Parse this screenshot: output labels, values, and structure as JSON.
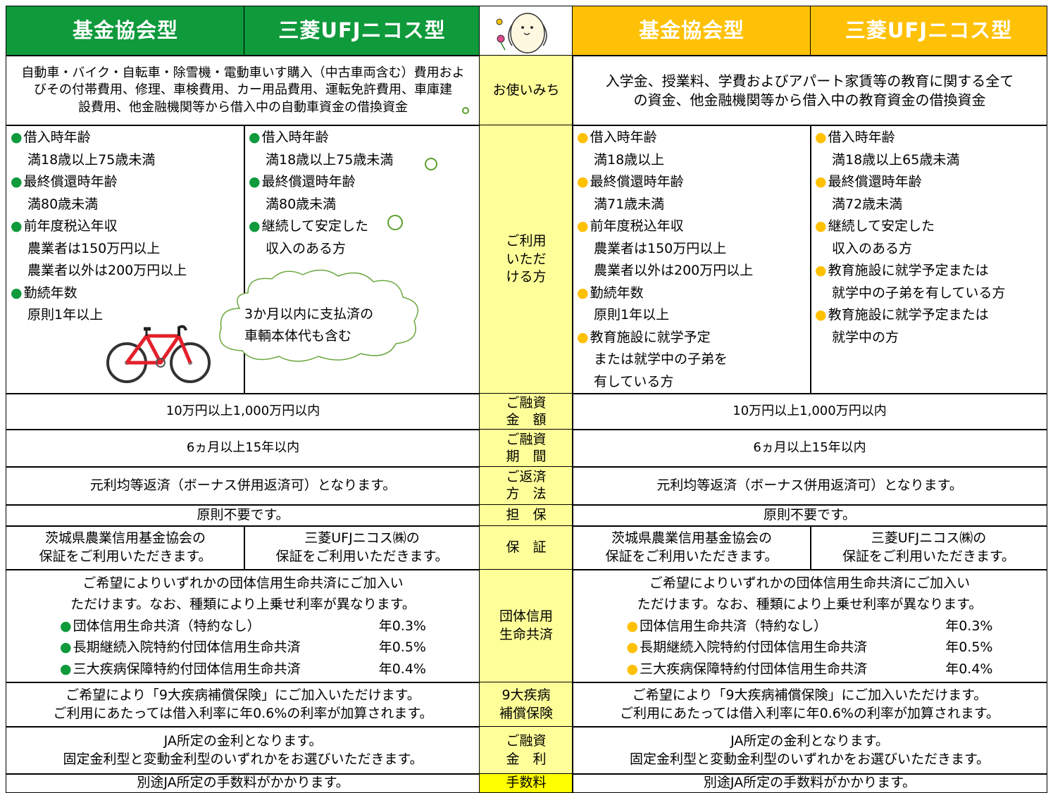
{
  "header": {
    "col1": "基金協会型",
    "col2": "三菱UFJニコス型",
    "col3": "基金協会型",
    "col4": "三菱UFJニコス型",
    "mascot": "dog-mascot-icon"
  },
  "usage": {
    "label": "お使いみち",
    "left": [
      "自動車・バイク・自転車・除雪機・電動車いす購入（中古車両含む）費用およ",
      "びその付帯費用、修理、車検費用、カー用品費用、運転免許費用、車庫建",
      "設費用、他金融機関等から借入中の自動車資金の借換資金"
    ],
    "right": [
      "入学金、授業料、学費およびアパート家賃等の教育に関する全て",
      "の資金、他金融機関等から借入中の教育資金の借換資金"
    ]
  },
  "eligibility": {
    "label": [
      "ご利用",
      "いただ",
      "ける方"
    ],
    "col1": [
      {
        "t": "借入時年齢",
        "b": true
      },
      {
        "t": "満18歳以上75歳未満",
        "b": false
      },
      {
        "t": "最終償還時年齢",
        "b": true
      },
      {
        "t": "満80歳未満",
        "b": false
      },
      {
        "t": "前年度税込年収",
        "b": true
      },
      {
        "t": "農業者は150万円以上",
        "b": false
      },
      {
        "t": "農業者以外は200万円以上",
        "b": false
      },
      {
        "t": "勤続年数",
        "b": true
      },
      {
        "t": "原則1年以上",
        "b": false
      }
    ],
    "col2": [
      {
        "t": "借入時年齢",
        "b": true
      },
      {
        "t": "満18歳以上75歳未満",
        "b": false
      },
      {
        "t": "最終償還時年齢",
        "b": true
      },
      {
        "t": "満80歳未満",
        "b": false
      },
      {
        "t": "継続して安定した",
        "b": true
      },
      {
        "t": "収入のある方",
        "b": false
      }
    ],
    "cloud": [
      "3か月以内に支払済の",
      "車輌本体代も含む"
    ],
    "col3": [
      {
        "t": "借入時年齢",
        "b": true
      },
      {
        "t": "満18歳以上",
        "b": false
      },
      {
        "t": "最終償還時年齢",
        "b": true
      },
      {
        "t": "満71歳未満",
        "b": false
      },
      {
        "t": "前年度税込年収",
        "b": true
      },
      {
        "t": "農業者は150万円以上",
        "b": false
      },
      {
        "t": "農業者以外は200万円以上",
        "b": false
      },
      {
        "t": "勤続年数",
        "b": true
      },
      {
        "t": "原則1年以上",
        "b": false
      },
      {
        "t": "教育施設に就学予定",
        "b": true
      },
      {
        "t": "または就学中の子弟を",
        "b": false
      },
      {
        "t": "有している方",
        "b": false
      }
    ],
    "col4": [
      {
        "t": "借入時年齢",
        "b": true
      },
      {
        "t": "満18歳以上65歳未満",
        "b": false
      },
      {
        "t": "最終償還時年齢",
        "b": true
      },
      {
        "t": "満72歳未満",
        "b": false
      },
      {
        "t": "継続して安定した",
        "b": true
      },
      {
        "t": "収入のある方",
        "b": false
      },
      {
        "t": "教育施設に就学予定または",
        "b": true
      },
      {
        "t": "就学中の子弟を有している方",
        "b": false
      },
      {
        "t": "教育施設に就学予定または",
        "b": true
      },
      {
        "t": "就学中の方",
        "b": false
      }
    ],
    "bicycle": "bicycle-icon"
  },
  "amount": {
    "label": [
      "ご融資",
      "金　額"
    ],
    "left": "10万円以上1,000万円以内",
    "right": "10万円以上1,000万円以内"
  },
  "period": {
    "label": [
      "ご融資",
      "期　間"
    ],
    "left": "6ヵ月以上15年以内",
    "right": "6ヵ月以上15年以内"
  },
  "repay": {
    "label": [
      "ご返済",
      "方　法"
    ],
    "left": "元利均等返済（ボーナス併用返済可）となります。",
    "right": "元利均等返済（ボーナス併用返済可）となります。"
  },
  "collateral": {
    "label": "担　保",
    "left": "原則不要です。",
    "right": "原則不要です。"
  },
  "guarantee": {
    "label": "保　証",
    "c1": [
      "茨城県農業信用基金協会の",
      "保証をご利用いただきます。"
    ],
    "c2": [
      "三菱UFJニコス㈱の",
      "保証をご利用いただきます。"
    ],
    "c3": [
      "茨城県農業信用基金協会の",
      "保証をご利用いただきます。"
    ],
    "c4": [
      "三菱UFJニコス㈱の",
      "保証をご利用いただきます。"
    ]
  },
  "insurance": {
    "label": [
      "団体信用",
      "生命共済"
    ],
    "intro": [
      "ご希望によりいずれかの団体信用生命共済にご加入い",
      "ただけます。なお、種類により上乗せ利率が異なります。"
    ],
    "items": [
      {
        "name": "団体信用生命共済（特約なし）",
        "rate": "年0.3%"
      },
      {
        "name": "長期継続入院特約付団体信用生命共済",
        "rate": "年0.5%"
      },
      {
        "name": "三大疾病保障特約付団体信用生命共済",
        "rate": "年0.4%"
      }
    ]
  },
  "nine": {
    "label": [
      "9大疾病",
      "補償保険"
    ],
    "text": [
      "ご希望により「9大疾病補償保険」にご加入いただけます。",
      "ご利用にあたっては借入利率に年0.6%の利率が加算されます。"
    ]
  },
  "rate": {
    "label": [
      "ご融資",
      "金　利"
    ],
    "text": [
      "JA所定の金利となります。",
      "固定金利型と変動金利型のいずれかをお選びいただきます。"
    ]
  },
  "fee": {
    "label": "手数料",
    "left": "別途JA所定の手数料がかかります。",
    "right": "別途JA所定の手数料がかかります。"
  },
  "colors": {
    "green": "#0f9a3c",
    "yellow": "#ffc107",
    "midcol": "#ffff99"
  }
}
